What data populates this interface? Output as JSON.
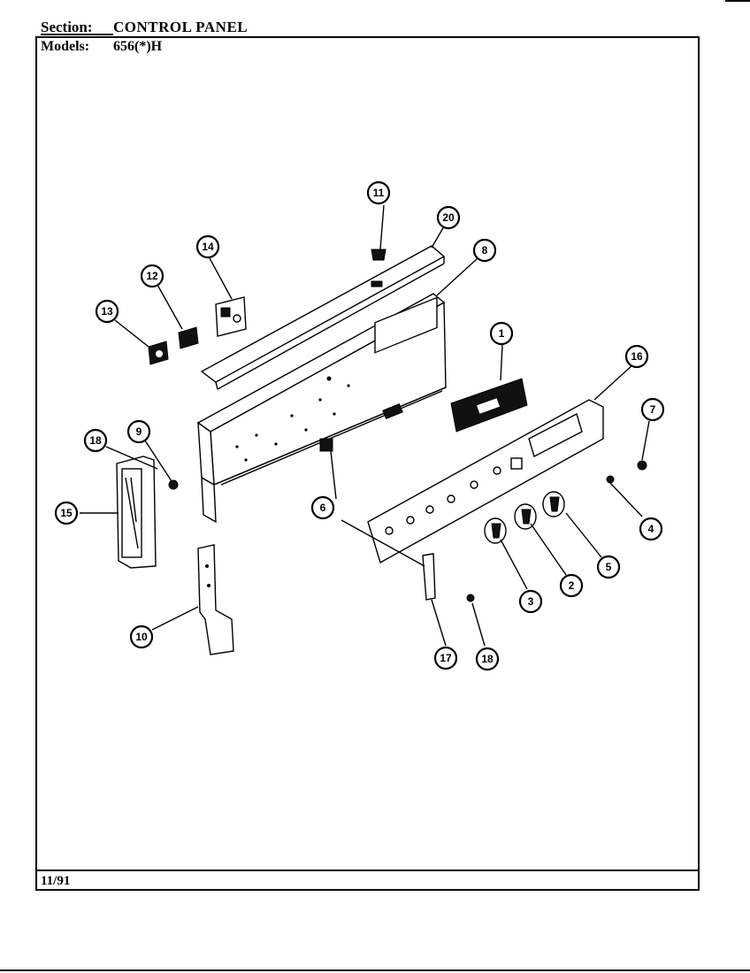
{
  "header": {
    "section_label": "Section:",
    "section_value": "CONTROL PANEL",
    "models_label": "Models:",
    "models_value": "656(*)H"
  },
  "footer": {
    "date": "11/91"
  },
  "callouts": [
    "1",
    "2",
    "3",
    "4",
    "5",
    "6",
    "7",
    "8",
    "9",
    "10",
    "11",
    "12",
    "13",
    "14",
    "15",
    "16",
    "17",
    "18",
    "18",
    "20"
  ]
}
